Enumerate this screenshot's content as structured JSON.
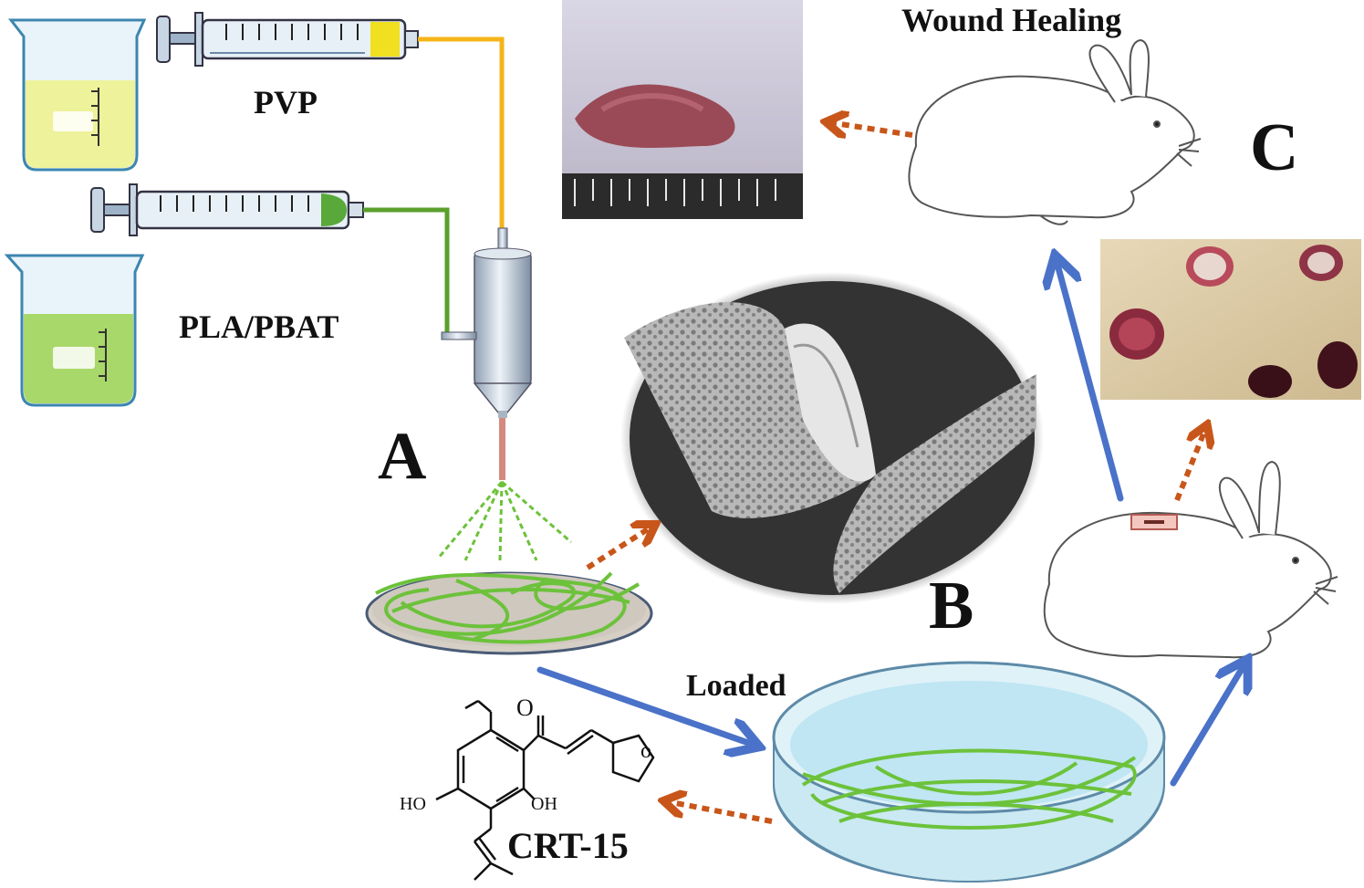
{
  "labels": {
    "pvp": "PVP",
    "pla_pbat": "PLA/PBAT",
    "wound_healing": "Wound Healing",
    "loaded": "Loaded",
    "compound": "CRT-15",
    "panel_a": "A",
    "panel_b": "B",
    "panel_c": "C",
    "ho_left": "HO",
    "oh_right": "OH"
  },
  "colors": {
    "pvp_solution": "#eef29a",
    "pla_solution": "#a9d86a",
    "pvp_line": "#f5b41a",
    "pla_line": "#5aa02c",
    "fiber": "#6cc23a",
    "jet": "#d48a80",
    "blue_arrow": "#4a72c8",
    "orange_arrow": "#c8561a",
    "dish_water": "#bfe6f2"
  },
  "icons": [
    "beaker-icon",
    "syringe-icon",
    "spinneret-icon",
    "collector-icon",
    "sem-image",
    "petri-dish-icon",
    "rabbit-icon",
    "wound-photo",
    "chemical-structure"
  ]
}
